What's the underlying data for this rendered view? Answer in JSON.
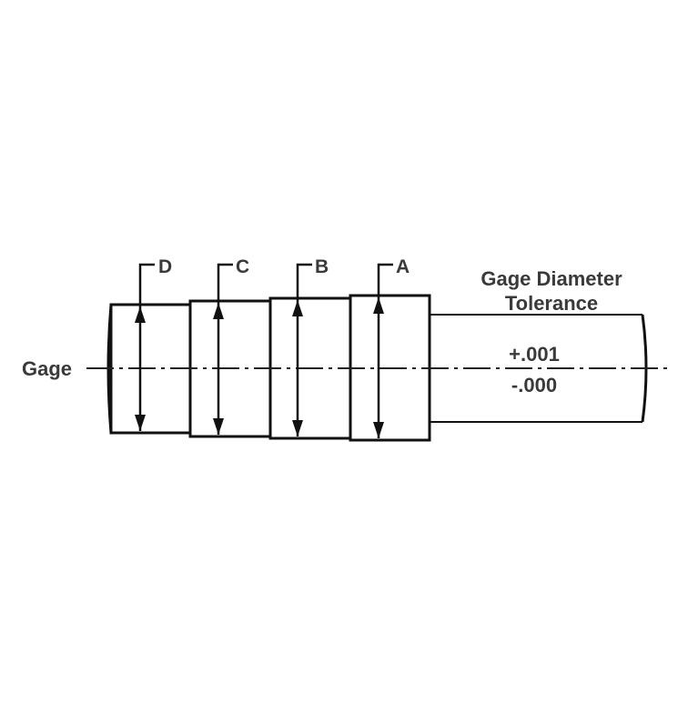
{
  "diagram": {
    "gage_label": "Gage",
    "section_labels": [
      "D",
      "C",
      "B",
      "A"
    ],
    "tolerance_title_line1": "Gage Diameter",
    "tolerance_title_line2": "Tolerance",
    "tolerance_plus": "+.001",
    "tolerance_minus": "-.000"
  },
  "colors": {
    "line": "#111111",
    "text": "#3a3a3a",
    "background": "#ffffff"
  }
}
